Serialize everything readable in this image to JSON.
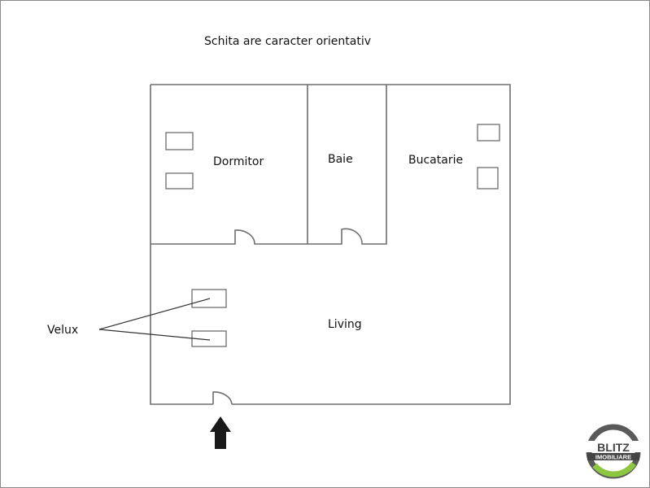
{
  "title": "Schita are caracter orientativ",
  "rooms": {
    "dormitor": "Dormitor",
    "baie": "Baie",
    "bucatarie": "Bucatarie",
    "living": "Living"
  },
  "annotations": {
    "velux": "Velux"
  },
  "logo": {
    "line1": "BLITZ",
    "line2": "IMOBILIARE",
    "ring_color": "#5a5a5a",
    "accent_color": "#8dc63f"
  },
  "colors": {
    "wall": "#6e6e6e",
    "arrow": "#1a1a1a"
  }
}
